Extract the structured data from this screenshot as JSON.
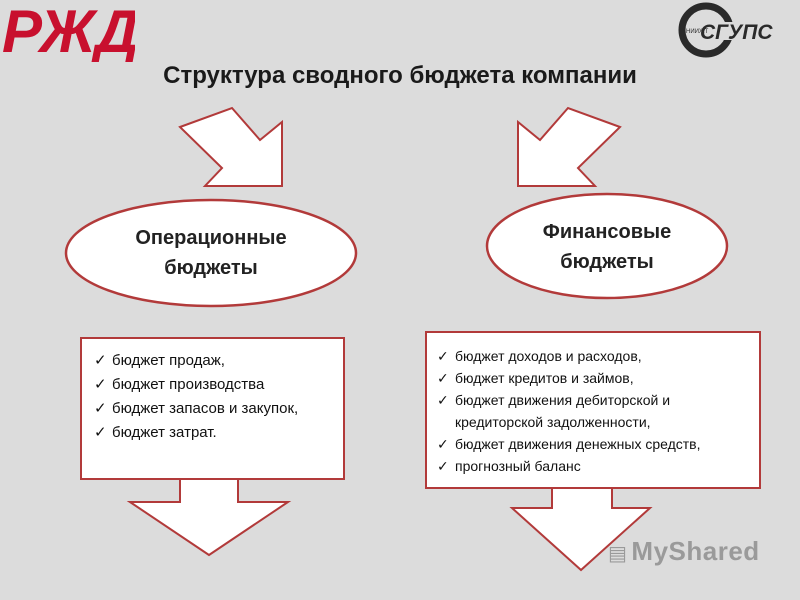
{
  "logos": {
    "left_text": "РЖД",
    "right_text": "СГУПС",
    "right_small_text": "НИИЖТ"
  },
  "title": "Структура сводного бюджета компании",
  "operational": {
    "label_line1": "Операционные",
    "label_line2": "бюджеты",
    "items": [
      "бюджет продаж,",
      "бюджет производства",
      " бюджет запасов и закупок,",
      "бюджет затрат."
    ]
  },
  "financial": {
    "label_line1": "Финансовые",
    "label_line2": "бюджеты",
    "items": [
      "бюджет доходов и расходов,",
      "бюджет кредитов и займов,",
      " бюджет движения дебиторской и кредиторской задолженности,",
      "бюджет движения денежных средств,",
      " прогнозный баланс"
    ]
  },
  "watermark": "MyShared",
  "colors": {
    "accent": "#b23a3a",
    "brand_red": "#c8102e",
    "background": "#dcdcdc"
  }
}
